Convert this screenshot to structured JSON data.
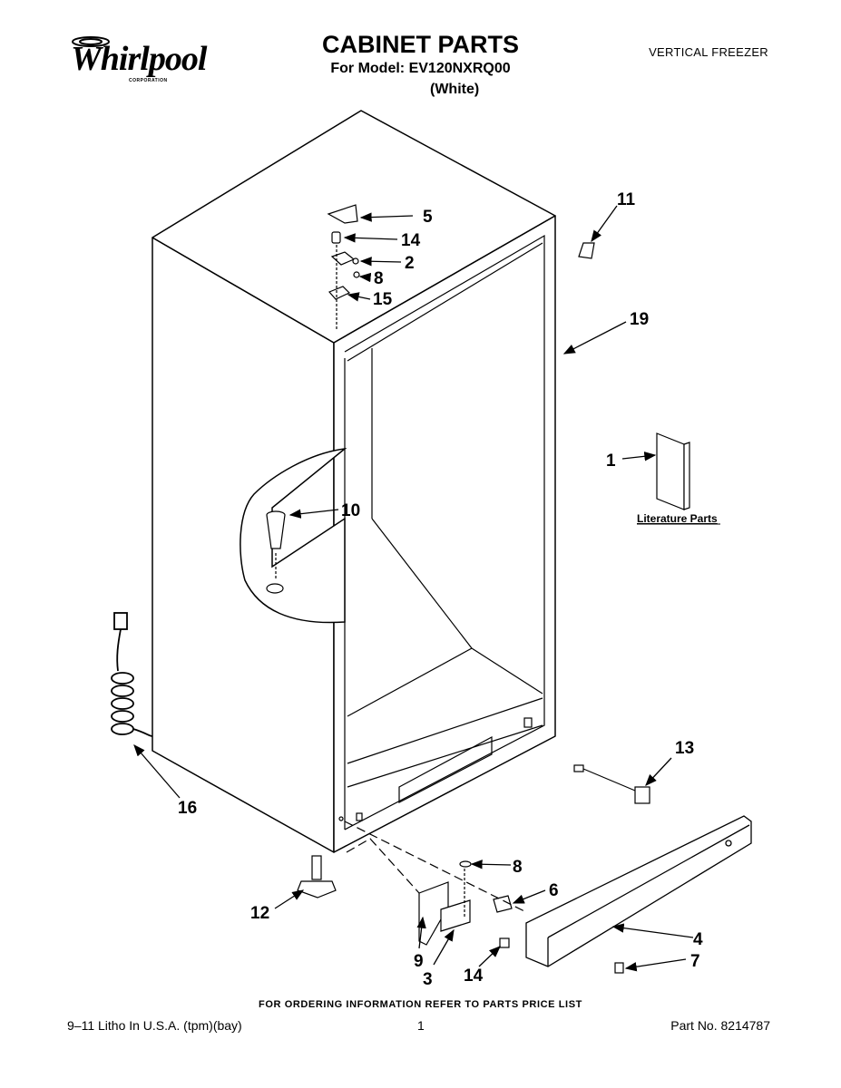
{
  "header": {
    "brand": "Whirlpool",
    "brand_subtext": "CORPORATION",
    "title": "CABINET PARTS",
    "model_line": "For Model: EV120NXRQ00",
    "color_line": "(White)",
    "category": "VERTICAL FREEZER"
  },
  "callouts": {
    "p1": "1",
    "p2": "2",
    "p3": "3",
    "p4": "4",
    "p5": "5",
    "p6": "6",
    "p7": "7",
    "p8a": "8",
    "p8b": "8",
    "p9": "9",
    "p10": "10",
    "p11": "11",
    "p12": "12",
    "p13": "13",
    "p14a": "14",
    "p14b": "14",
    "p15": "15",
    "p16": "16",
    "p19": "19"
  },
  "literature_label": "Literature Parts",
  "footer": {
    "order_note": "FOR ORDERING INFORMATION REFER TO PARTS PRICE LIST",
    "litho": "9–11 Litho In U.S.A. (tpm)(bay)",
    "page": "1",
    "part_no": "Part No. 8214787"
  }
}
